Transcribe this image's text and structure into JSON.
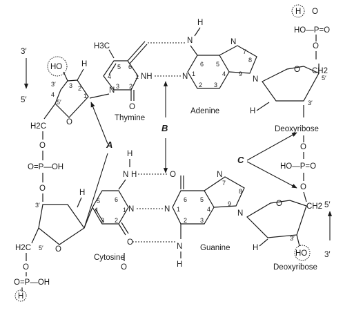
{
  "bases": {
    "thymine": "Thymine",
    "adenine": "Adenine",
    "cytosine": "Cytosine",
    "guanine": "Guanine"
  },
  "sugars": {
    "top_right": "Deoxyribose",
    "bottom_right": "Deoxyribose"
  },
  "callouts": {
    "a": "A",
    "b": "B",
    "c": "C"
  },
  "atoms": {
    "h": "H",
    "n": "N",
    "nh": "NH",
    "o": "O",
    "ho": "HO",
    "oh": "OH",
    "h3c": "H3C",
    "h2c": "H2C",
    "ch2": "CH2",
    "ho_p": "HO—P=O",
    "p_oh": "O=P—OH"
  },
  "strand_labels": {
    "left_top": "3′",
    "left_bottom": "5′",
    "right_top": "5′",
    "right_bottom": "3′"
  },
  "ring_numbers": {
    "n1": "1",
    "n2": "2",
    "n3": "3",
    "n4": "4",
    "n5": "5",
    "n6": "6",
    "n7": "7",
    "n8": "8",
    "n9": "9",
    "p3": "3′",
    "p4": "4",
    "p5": "5′"
  }
}
